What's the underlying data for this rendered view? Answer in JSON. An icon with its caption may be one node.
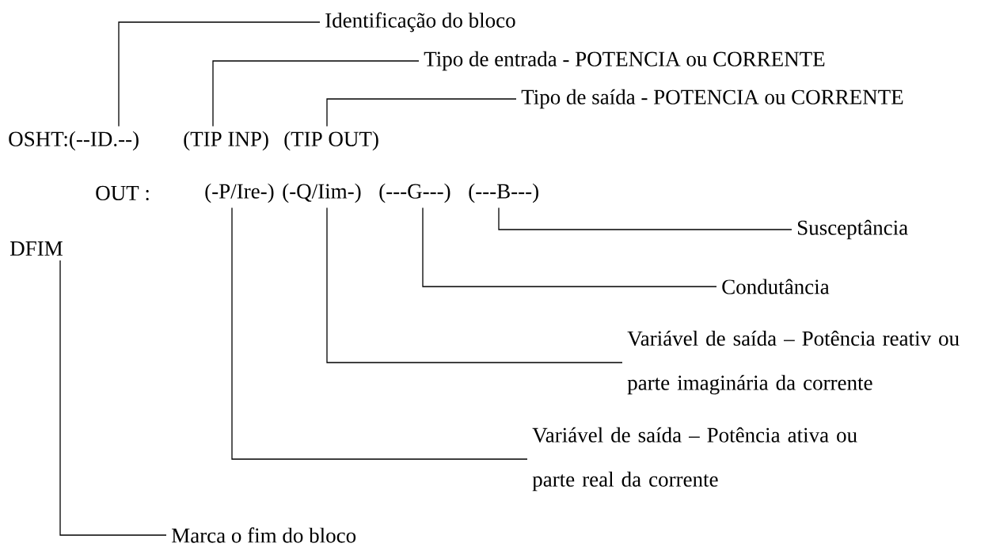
{
  "diagram": {
    "nodes": [
      {
        "text": [
          "Identificação do bloco"
        ]
      },
      {
        "text": [
          "Tipo de entrada  - POTENCIA ou CORRENTE"
        ]
      },
      {
        "text": [
          "Tipo de saída  - POTENCIA ou CORRENTE"
        ]
      },
      {
        "text": [
          "OSHT:(--ID.--)"
        ]
      },
      {
        "text": [
          "(TIP INP)"
        ]
      },
      {
        "text": [
          "(TIP OUT)"
        ]
      },
      {
        "text": [
          "OUT :"
        ]
      },
      {
        "text": [
          "(-P/Ire-)"
        ]
      },
      {
        "text": [
          "(-Q/Iim-)"
        ]
      },
      {
        "text": [
          "(---G---)"
        ]
      },
      {
        "text": [
          "(---B---)"
        ]
      },
      {
        "text": [
          "Susceptância"
        ]
      },
      {
        "text": [
          "DFIM"
        ]
      },
      {
        "text": [
          "Condutância"
        ]
      },
      {
        "text": [
          "Variável de saída – Potência reativ ou parte imaginária da corrente"
        ]
      },
      {
        "text": [
          "Variável de saída – Potência ativa ou parte real da corrente"
        ]
      },
      {
        "text": [
          "Marca o fim do bloco"
        ]
      }
    ],
    "edges": [
      {
        "from": 0,
        "to": 3,
        "arrow": "none"
      },
      {
        "from": 1,
        "to": 4,
        "arrow": "none"
      },
      {
        "from": 2,
        "to": 5,
        "arrow": "none"
      },
      {
        "from": 11,
        "to": 10,
        "arrow": "none"
      },
      {
        "from": 13,
        "to": 9,
        "arrow": "none"
      },
      {
        "from": 14,
        "to": 8,
        "arrow": "none"
      },
      {
        "from": 15,
        "to": 7,
        "arrow": "none"
      },
      {
        "from": 16,
        "to": 12,
        "arrow": "none"
      }
    ]
  }
}
